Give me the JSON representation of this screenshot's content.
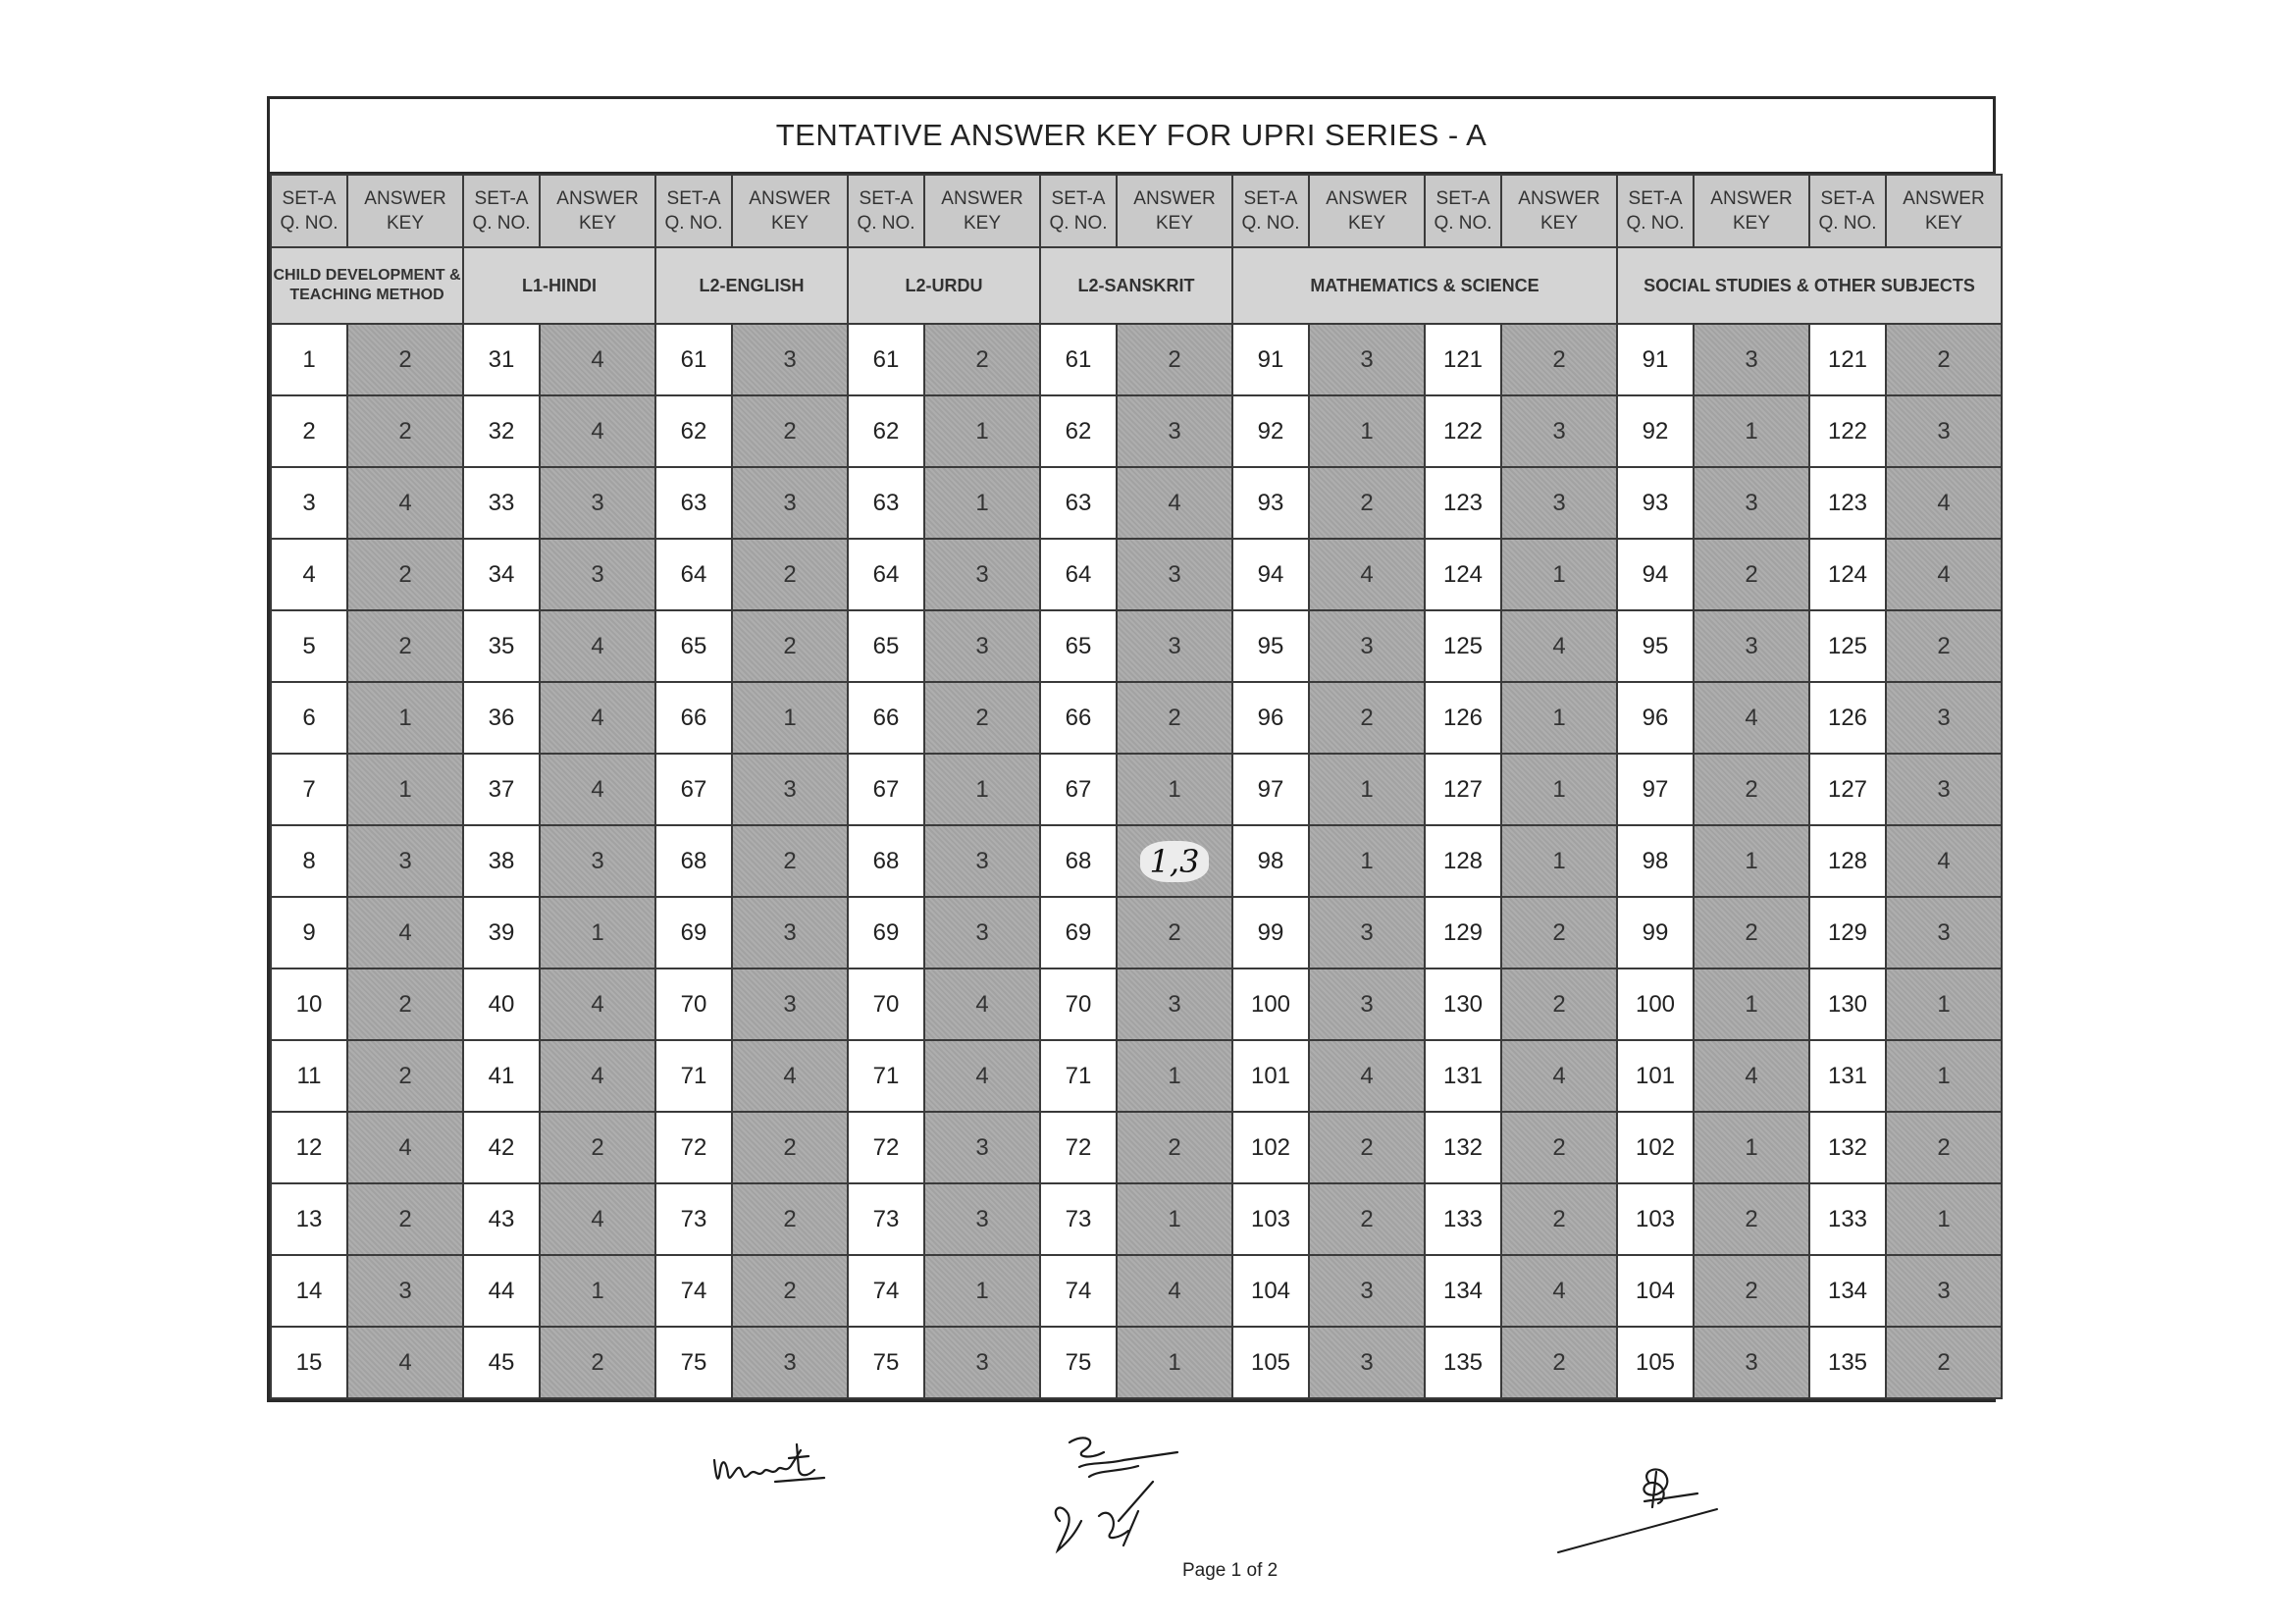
{
  "title": "TENTATIVE ANSWER KEY FOR UPRI SERIES - A",
  "column_headers": [
    {
      "qno": "SET-A\nQ. NO.",
      "key": "ANSWER\nKEY"
    },
    {
      "qno": "SET-A\nQ. NO.",
      "key": "ANSWER\nKEY"
    },
    {
      "qno": "SET-A\nQ. NO.",
      "key": "ANSWER\nKEY"
    },
    {
      "qno": "SET-A\nQ. NO.",
      "key": "ANSWER\nKEY"
    },
    {
      "qno": "SET-A\nQ. NO.",
      "key": "ANSWER\nKEY"
    },
    {
      "qno": "SET-A\nQ. NO.",
      "key": "ANSWER\nKEY"
    },
    {
      "qno": "SET-A\nQ. NO.",
      "key": "ANSWER\nKEY"
    },
    {
      "qno": "SET-A\nQ. NO.",
      "key": "ANSWER\nKEY"
    },
    {
      "qno": "SET-A\nQ. NO.",
      "key": "ANSWER\nKEY"
    }
  ],
  "subjects": [
    {
      "label": "CHILD DEVELOPMENT & TEACHING METHOD",
      "span": 2
    },
    {
      "label": "L1-HINDI",
      "span": 2
    },
    {
      "label": "L2-ENGLISH",
      "span": 2
    },
    {
      "label": "L2-URDU",
      "span": 2
    },
    {
      "label": "L2-SANSKRIT",
      "span": 2
    },
    {
      "label": "MATHEMATICS & SCIENCE",
      "span": 4
    },
    {
      "label": "SOCIAL STUDIES & OTHER SUBJECTS",
      "span": 4
    }
  ],
  "rows": [
    [
      [
        "1",
        "2"
      ],
      [
        "31",
        "4"
      ],
      [
        "61",
        "3"
      ],
      [
        "61",
        "2"
      ],
      [
        "61",
        "2"
      ],
      [
        "91",
        "3"
      ],
      [
        "121",
        "2"
      ],
      [
        "91",
        "3"
      ],
      [
        "121",
        "2"
      ]
    ],
    [
      [
        "2",
        "2"
      ],
      [
        "32",
        "4"
      ],
      [
        "62",
        "2"
      ],
      [
        "62",
        "1"
      ],
      [
        "62",
        "3"
      ],
      [
        "92",
        "1"
      ],
      [
        "122",
        "3"
      ],
      [
        "92",
        "1"
      ],
      [
        "122",
        "3"
      ]
    ],
    [
      [
        "3",
        "4"
      ],
      [
        "33",
        "3"
      ],
      [
        "63",
        "3"
      ],
      [
        "63",
        "1"
      ],
      [
        "63",
        "4"
      ],
      [
        "93",
        "2"
      ],
      [
        "123",
        "3"
      ],
      [
        "93",
        "3"
      ],
      [
        "123",
        "4"
      ]
    ],
    [
      [
        "4",
        "2"
      ],
      [
        "34",
        "3"
      ],
      [
        "64",
        "2"
      ],
      [
        "64",
        "3"
      ],
      [
        "64",
        "3"
      ],
      [
        "94",
        "4"
      ],
      [
        "124",
        "1"
      ],
      [
        "94",
        "2"
      ],
      [
        "124",
        "4"
      ]
    ],
    [
      [
        "5",
        "2"
      ],
      [
        "35",
        "4"
      ],
      [
        "65",
        "2"
      ],
      [
        "65",
        "3"
      ],
      [
        "65",
        "3"
      ],
      [
        "95",
        "3"
      ],
      [
        "125",
        "4"
      ],
      [
        "95",
        "3"
      ],
      [
        "125",
        "2"
      ]
    ],
    [
      [
        "6",
        "1"
      ],
      [
        "36",
        "4"
      ],
      [
        "66",
        "1"
      ],
      [
        "66",
        "2"
      ],
      [
        "66",
        "2"
      ],
      [
        "96",
        "2"
      ],
      [
        "126",
        "1"
      ],
      [
        "96",
        "4"
      ],
      [
        "126",
        "3"
      ]
    ],
    [
      [
        "7",
        "1"
      ],
      [
        "37",
        "4"
      ],
      [
        "67",
        "3"
      ],
      [
        "67",
        "1"
      ],
      [
        "67",
        "1"
      ],
      [
        "97",
        "1"
      ],
      [
        "127",
        "1"
      ],
      [
        "97",
        "2"
      ],
      [
        "127",
        "3"
      ]
    ],
    [
      [
        "8",
        "3"
      ],
      [
        "38",
        "3"
      ],
      [
        "68",
        "2"
      ],
      [
        "68",
        "3"
      ],
      [
        "68",
        "1,3"
      ],
      [
        "98",
        "1"
      ],
      [
        "128",
        "1"
      ],
      [
        "98",
        "1"
      ],
      [
        "128",
        "4"
      ]
    ],
    [
      [
        "9",
        "4"
      ],
      [
        "39",
        "1"
      ],
      [
        "69",
        "3"
      ],
      [
        "69",
        "3"
      ],
      [
        "69",
        "2"
      ],
      [
        "99",
        "3"
      ],
      [
        "129",
        "2"
      ],
      [
        "99",
        "2"
      ],
      [
        "129",
        "3"
      ]
    ],
    [
      [
        "10",
        "2"
      ],
      [
        "40",
        "4"
      ],
      [
        "70",
        "3"
      ],
      [
        "70",
        "4"
      ],
      [
        "70",
        "3"
      ],
      [
        "100",
        "3"
      ],
      [
        "130",
        "2"
      ],
      [
        "100",
        "1"
      ],
      [
        "130",
        "1"
      ]
    ],
    [
      [
        "11",
        "2"
      ],
      [
        "41",
        "4"
      ],
      [
        "71",
        "4"
      ],
      [
        "71",
        "4"
      ],
      [
        "71",
        "1"
      ],
      [
        "101",
        "4"
      ],
      [
        "131",
        "4"
      ],
      [
        "101",
        "4"
      ],
      [
        "131",
        "1"
      ]
    ],
    [
      [
        "12",
        "4"
      ],
      [
        "42",
        "2"
      ],
      [
        "72",
        "2"
      ],
      [
        "72",
        "3"
      ],
      [
        "72",
        "2"
      ],
      [
        "102",
        "2"
      ],
      [
        "132",
        "2"
      ],
      [
        "102",
        "1"
      ],
      [
        "132",
        "2"
      ]
    ],
    [
      [
        "13",
        "2"
      ],
      [
        "43",
        "4"
      ],
      [
        "73",
        "2"
      ],
      [
        "73",
        "3"
      ],
      [
        "73",
        "1"
      ],
      [
        "103",
        "2"
      ],
      [
        "133",
        "2"
      ],
      [
        "103",
        "2"
      ],
      [
        "133",
        "1"
      ]
    ],
    [
      [
        "14",
        "3"
      ],
      [
        "44",
        "1"
      ],
      [
        "74",
        "2"
      ],
      [
        "74",
        "1"
      ],
      [
        "74",
        "4"
      ],
      [
        "104",
        "3"
      ],
      [
        "134",
        "4"
      ],
      [
        "104",
        "2"
      ],
      [
        "134",
        "3"
      ]
    ],
    [
      [
        "15",
        "4"
      ],
      [
        "45",
        "2"
      ],
      [
        "75",
        "3"
      ],
      [
        "75",
        "3"
      ],
      [
        "75",
        "1"
      ],
      [
        "105",
        "3"
      ],
      [
        "135",
        "2"
      ],
      [
        "105",
        "3"
      ],
      [
        "135",
        "2"
      ]
    ]
  ],
  "handwritten_cells": [
    "68:1,3"
  ],
  "footer": {
    "page": "Page 1 of 2"
  },
  "signatures": [
    "signature-left",
    "signature-middle",
    "signature-right"
  ]
}
